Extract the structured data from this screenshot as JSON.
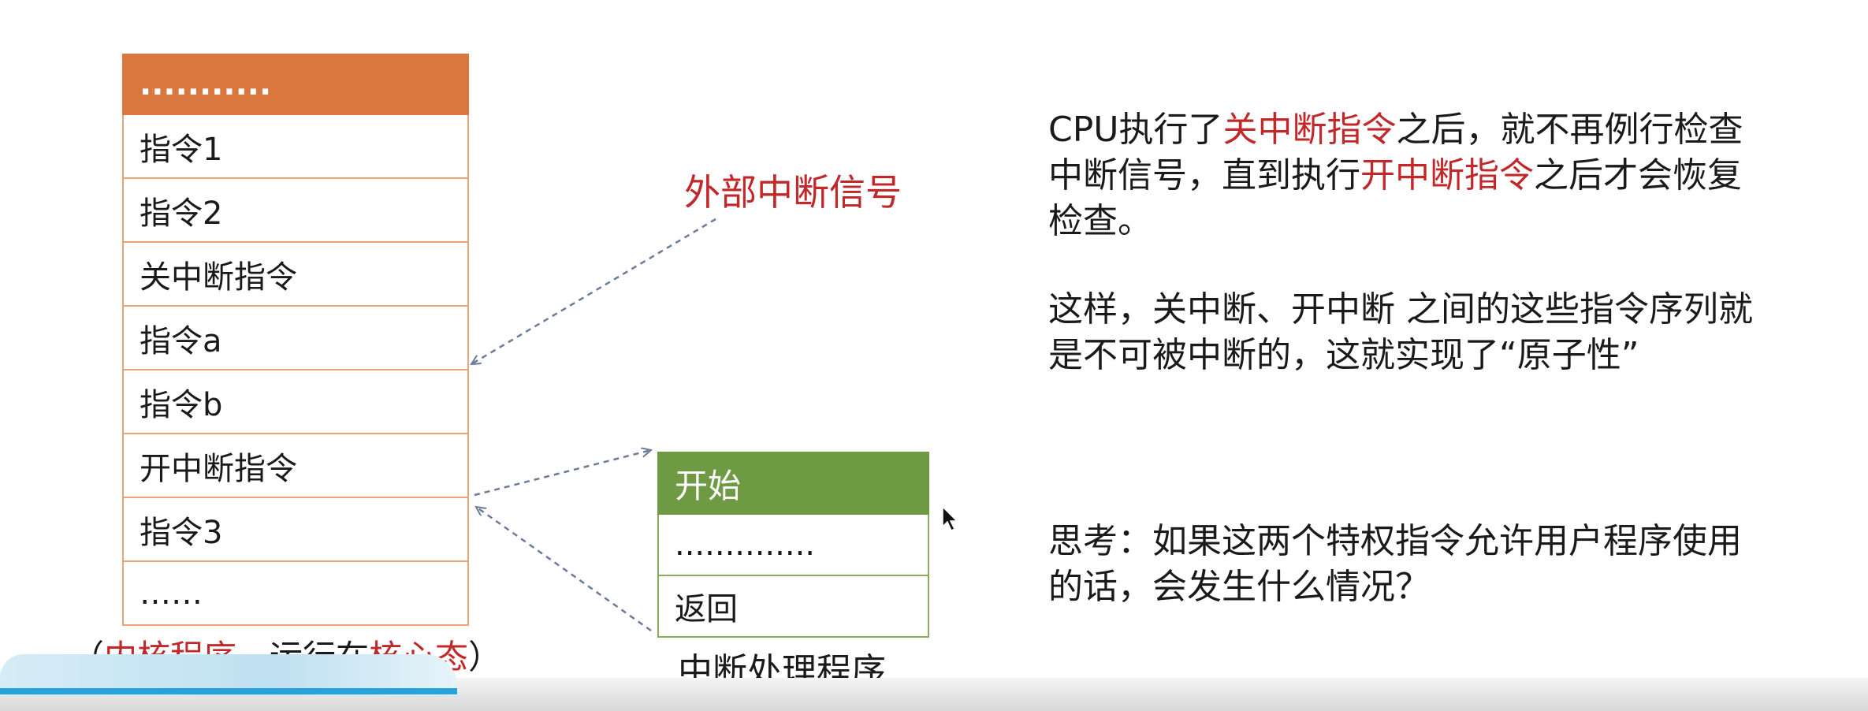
{
  "kernel_stack": {
    "rows": [
      "...........",
      "指令1",
      "指令2",
      "关中断指令",
      "指令a",
      "指令b",
      "开中断指令",
      "指令3",
      "……"
    ],
    "caption": {
      "open": "（",
      "part1": "内核程序，",
      "part2": "运行在",
      "part3": "核心态",
      "close": "）"
    }
  },
  "external_signal": "外部中断信号",
  "handler": {
    "rows": [
      "开始",
      "..............",
      "返回"
    ],
    "caption": "中断处理程序"
  },
  "text_blocks": {
    "p1": {
      "a": "CPU执行了",
      "b": "关中断指令",
      "c": "之后，就不再例行检查中断信号，直到执行",
      "d": "开中断指令",
      "e": "之后才会恢复检查。"
    },
    "p2": "这样，关中断、开中断 之间的这些指令序列就是不可被中断的，这就实现了“原子性”",
    "p3": "思考：如果这两个特权指令允许用户程序使用的话，会发生什么情况？"
  },
  "colors": {
    "header_orange": "#d9773f",
    "header_green": "#6e9a44",
    "highlight_red": "#c0282a",
    "arrow_gray": "#6b7b99"
  }
}
